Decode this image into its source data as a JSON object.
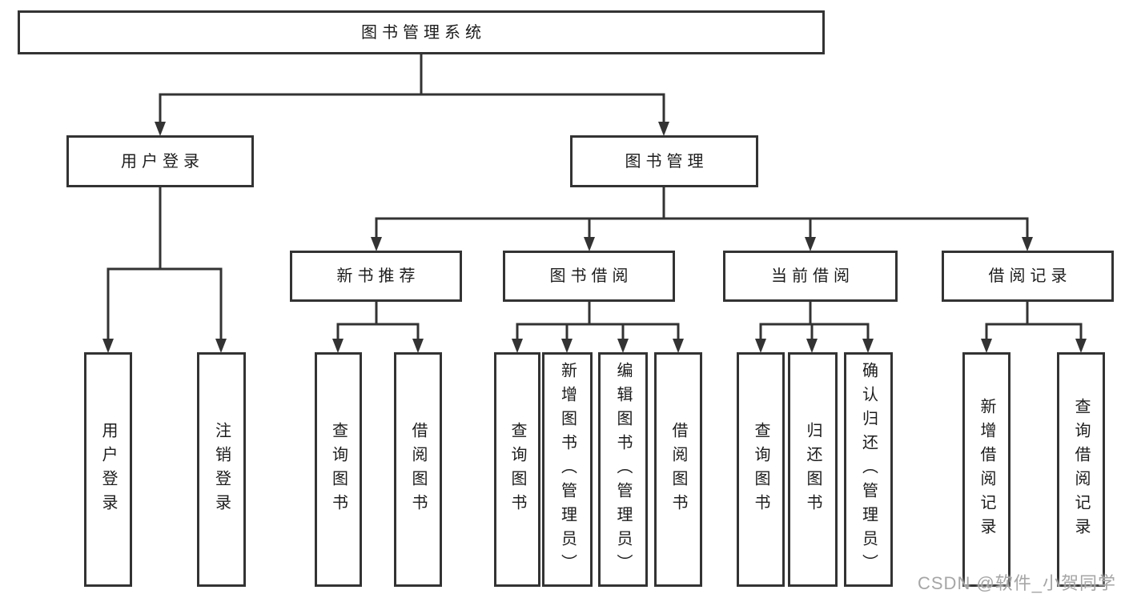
{
  "tree": {
    "root": "图书管理系统",
    "children": [
      {
        "label": "用户登录",
        "children": [
          "用户登录",
          "注销登录"
        ]
      },
      {
        "label": "图书管理",
        "children": [
          {
            "label": "新书推荐",
            "children": [
              "查询图书",
              "借阅图书"
            ]
          },
          {
            "label": "图书借阅",
            "children": [
              "查询图书",
              "新增图书（管理员）",
              "编辑图书（管理员）",
              "借阅图书"
            ]
          },
          {
            "label": "当前借阅",
            "children": [
              "查询图书",
              "归还图书",
              "确认归还（管理员）"
            ]
          },
          {
            "label": "借阅记录",
            "children": [
              "新增借阅记录",
              "查询借阅记录"
            ]
          }
        ]
      }
    ]
  },
  "watermark": "CSDN @软件_小贺同学",
  "colors": {
    "line": "#333333",
    "text": "#1c1c1c",
    "watermark": "#a6a6a6",
    "background": "#ffffff"
  }
}
